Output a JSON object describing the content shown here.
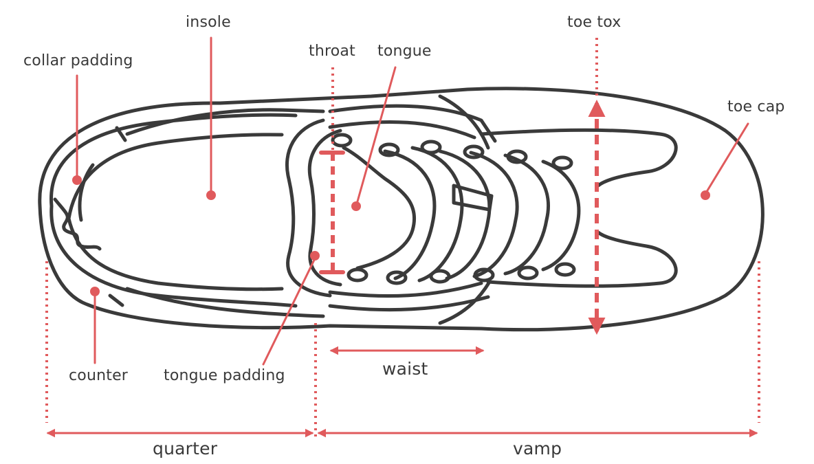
{
  "labels": {
    "collar_padding": "collar padding",
    "insole": "insole",
    "throat": "throat",
    "tongue": "tongue",
    "toe_tox": "toe tox",
    "toe_cap": "toe cap",
    "counter": "counter",
    "tongue_padding": "tongue padding",
    "waist": "waist",
    "quarter": "quarter",
    "vamp": "vamp"
  },
  "colors": {
    "outline": "#3a3a3a",
    "accent": "#e05a5c",
    "text": "#3a3a3a",
    "background": "#ffffff"
  }
}
